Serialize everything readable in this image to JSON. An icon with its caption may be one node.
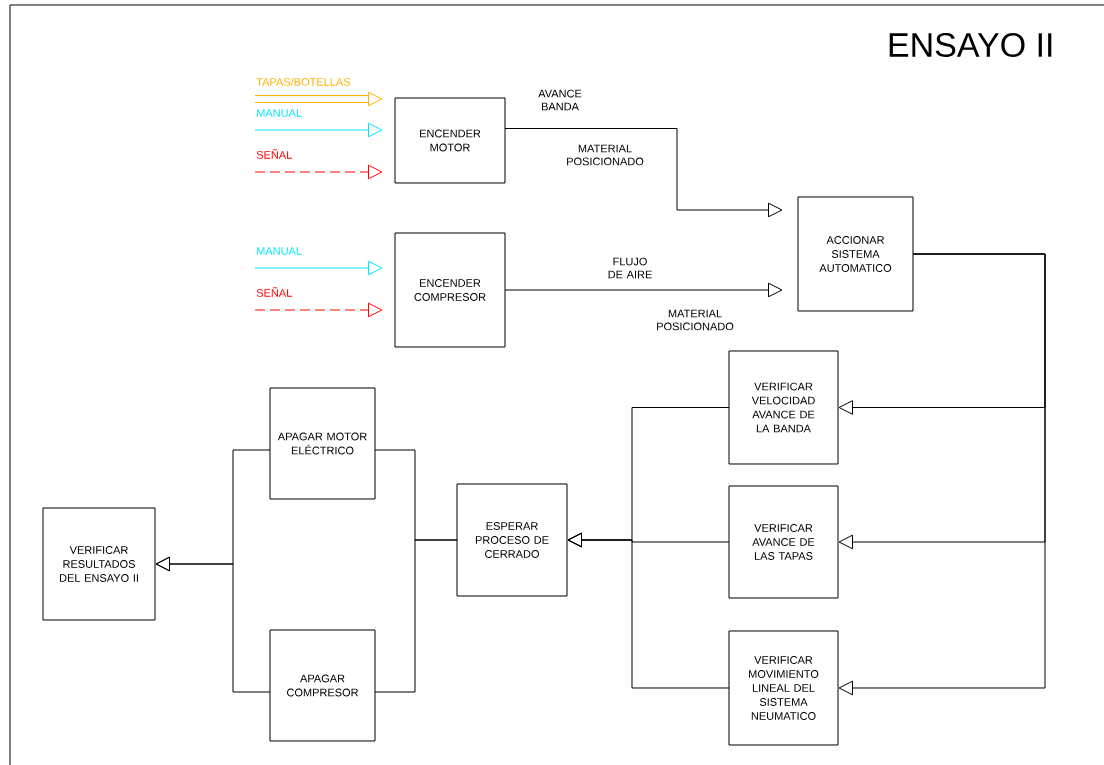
{
  "diagram": {
    "title": "ENSAYO II",
    "nodes": [
      {
        "text": [
          "ENCENDER MOTOR"
        ]
      },
      {
        "text": [
          "ENCENDER COMPRESOR"
        ]
      },
      {
        "text": [
          "ACCIONAR SISTEMA AUTOMATICO"
        ]
      },
      {
        "text": [
          "VERIFICAR VELOCIDAD AVANCE DE LA BANDA"
        ]
      },
      {
        "text": [
          "VERIFICAR AVANCE DE LAS TAPAS"
        ]
      },
      {
        "text": [
          "VERIFICAR MOVIMIENTO LINEAL DEL SISTEMA NEUMATICO"
        ]
      },
      {
        "text": [
          "ESPERAR PROCESO DE CERRADO"
        ]
      },
      {
        "text": [
          "APAGAR MOTOR ELÉCTRICO"
        ]
      },
      {
        "text": [
          "APAGAR COMPRESOR"
        ]
      },
      {
        "text": [
          "VERIFICAR RESULTADOS DEL ENSAYO II"
        ]
      }
    ],
    "edges": [
      {
        "from": null,
        "to": 0,
        "arrow": "to",
        "label": "TAPAS/BOTELLAS",
        "style": "thick",
        "color": "#ffb000"
      },
      {
        "from": null,
        "to": 0,
        "arrow": "to",
        "label": "MANUAL",
        "color": "#00e5ff"
      },
      {
        "from": null,
        "to": 0,
        "arrow": "to",
        "label": "SEÑAL",
        "style": "dashed",
        "color": "#ff0000"
      },
      {
        "from": null,
        "to": 1,
        "arrow": "to",
        "label": "MANUAL",
        "color": "#00e5ff"
      },
      {
        "from": null,
        "to": 1,
        "arrow": "to",
        "label": "SEÑAL",
        "style": "dashed",
        "color": "#ff0000"
      },
      {
        "from": 0,
        "to": 2,
        "arrow": "to",
        "label": "AVANCE BANDA"
      },
      {
        "from": 1,
        "to": 2,
        "arrow": "to",
        "label": "FLUJO DE AIRE"
      },
      {
        "from": 2,
        "to": 3,
        "arrow": "to"
      },
      {
        "from": 2,
        "to": 4,
        "arrow": "to"
      },
      {
        "from": 2,
        "to": 5,
        "arrow": "to"
      },
      {
        "from": 3,
        "to": 6,
        "arrow": "to"
      },
      {
        "from": 4,
        "to": 6,
        "arrow": "to"
      },
      {
        "from": 5,
        "to": 6,
        "arrow": "to"
      },
      {
        "from": 6,
        "to": 7,
        "arrow": "none"
      },
      {
        "from": 6,
        "to": 8,
        "arrow": "none"
      },
      {
        "from": 7,
        "to": 9,
        "arrow": "to"
      },
      {
        "from": 8,
        "to": 9,
        "arrow": "to"
      }
    ],
    "labels": [
      "MATERIAL POSICIONADO",
      "MATERIAL POSICIONADO"
    ]
  }
}
